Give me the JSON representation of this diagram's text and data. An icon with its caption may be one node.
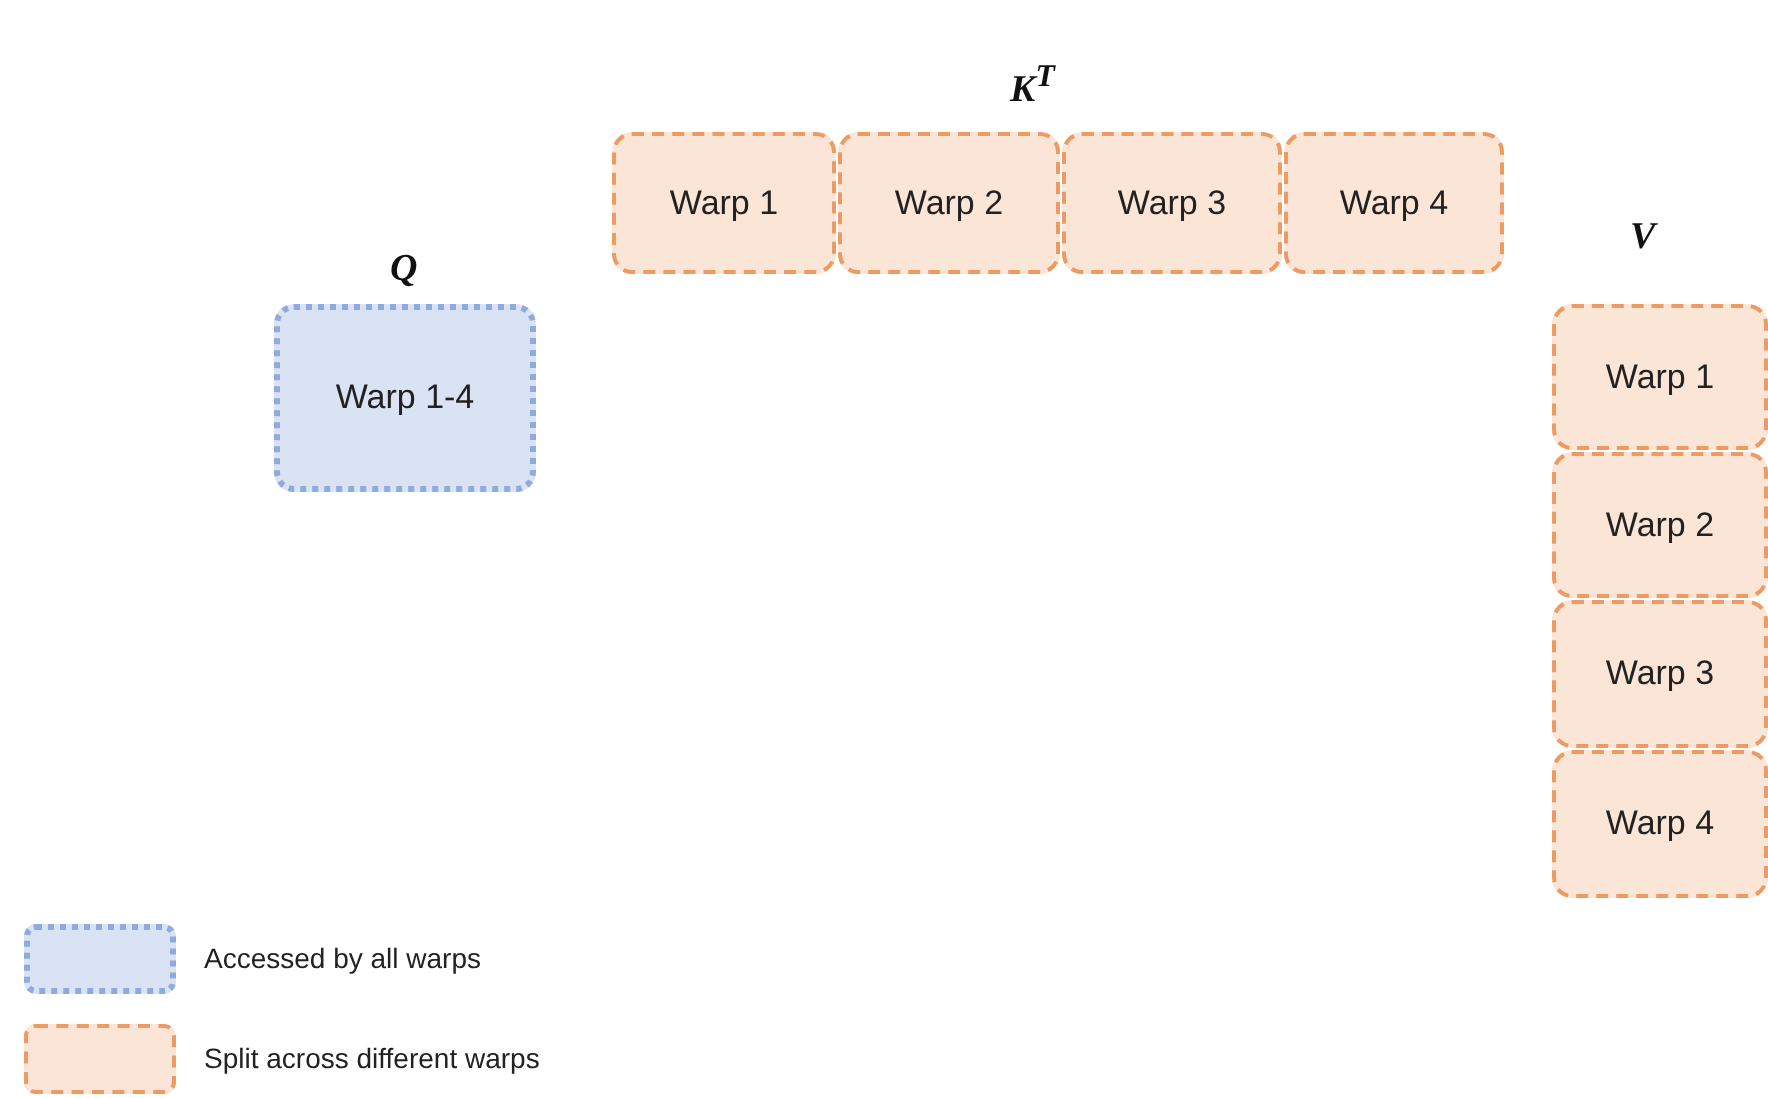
{
  "diagram": {
    "nodes": [
      {
        "text": [
          "Warp 1-4"
        ]
      },
      {
        "text": [
          "Warp 1"
        ]
      },
      {
        "text": [
          "Warp 2"
        ]
      },
      {
        "text": [
          "Warp 3"
        ]
      },
      {
        "text": [
          "Warp 4"
        ]
      },
      {
        "text": [
          "Warp 1"
        ]
      },
      {
        "text": [
          "Warp 2"
        ]
      },
      {
        "text": [
          "Warp 3"
        ]
      },
      {
        "text": [
          "Warp 4"
        ]
      }
    ],
    "labels": [
      "K$^{T}$",
      "Q",
      "V"
    ],
    "legend": [
      {
        "text": "Accessed by all warps"
      },
      {
        "text": "Split across different warps"
      }
    ]
  }
}
